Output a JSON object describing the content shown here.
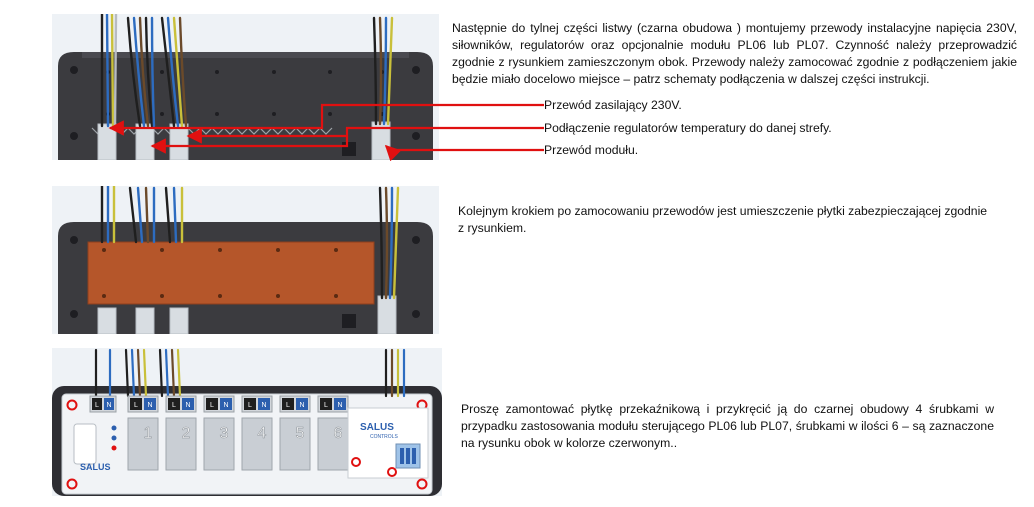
{
  "sections": [
    {
      "text": "Następnie do tylnej części listwy (czarna obudowa ) montujemy przewody instalacyjne napięcia 230V, siłowników, regulatorów oraz opcjonalnie modułu PL06 lub PL07. Czynność należy przeprowadzić zgodnie z rysunkiem zamieszczonym obok. Przewody należy zamocować zgodnie z podłączeniem jakie będzie miało docelowo miejsce – patrz schematy podłączenia w dalszej części instrukcji.",
      "callouts": [
        "Przewód zasilający 230V.",
        "Podłączenie regulatorów temperatury do danej strefy.",
        "Przewód modułu."
      ]
    },
    {
      "text_lines": [
        "Kolejnym krokiem po zamocowaniu przewodów jest umieszczenie płytki zabezpieczającej zgodnie",
        "z rysunkiem."
      ]
    },
    {
      "text": "Proszę zamontować płytkę przekaźnikową i przykręcić ją do czarnej obudowy 4  śrubkami w przypadku zastosowania modułu sterującego PL06 lub PL07, śrubkami w ilości 6 – są zaznaczone na rysunku obok w kolorze czerwonym..",
      "board": {
        "brand": "SALUS",
        "brand_sub": "CONTROLS",
        "zone_numbers": [
          "1",
          "2",
          "3",
          "4",
          "5",
          "6"
        ],
        "power_terminal_labels": [
          "L",
          "N"
        ],
        "zone_terminal_labels": [
          "L",
          "N"
        ]
      }
    }
  ],
  "colors": {
    "housing": "#3b3b3f",
    "shield_plate": "#b5562a",
    "arrow": "#e01010",
    "board": "#f1f3f6",
    "terminal_blue": "#2c5fae"
  }
}
